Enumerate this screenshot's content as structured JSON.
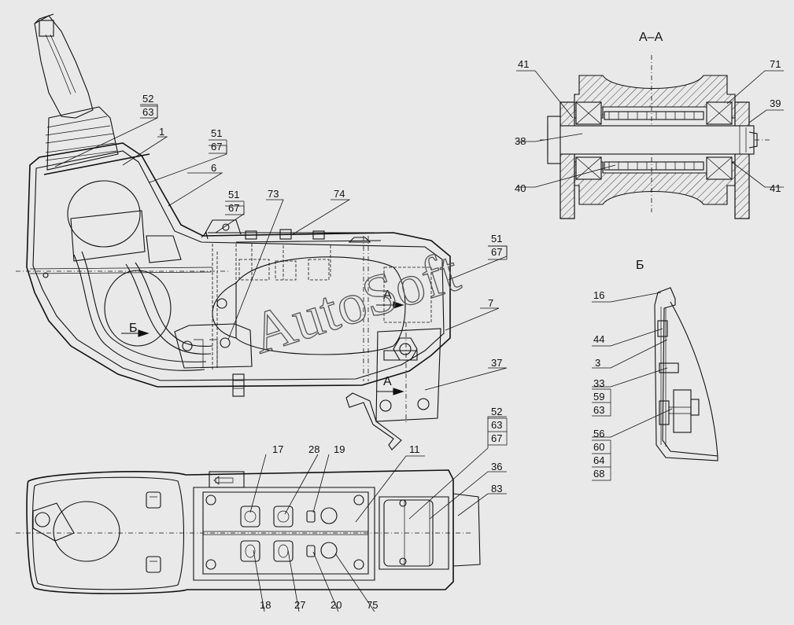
{
  "watermark": "AutoSoft",
  "section_title": "А–А",
  "view_title": "Б",
  "cut_marks": {
    "a_upper": "А",
    "a_lower": "А",
    "b_arrow": "Б"
  },
  "labels": {
    "l52a": "52",
    "l63a": "63",
    "l1": "1",
    "l51a": "51",
    "l67a": "67",
    "l6": "6",
    "l51b": "51",
    "l67b": "67",
    "l73": "73",
    "l74": "74",
    "l51c": "51",
    "l67c": "67",
    "l7": "7",
    "l37": "37",
    "l41a": "41",
    "l71": "71",
    "l39": "39",
    "l38": "38",
    "l40": "40",
    "l41b": "41",
    "l16": "16",
    "l44": "44",
    "l3": "3",
    "l33": "33",
    "l59": "59",
    "l63b": "63",
    "l56": "56",
    "l60": "60",
    "l64": "64",
    "l68": "68",
    "l17": "17",
    "l28": "28",
    "l19": "19",
    "l11": "11",
    "l52b": "52",
    "l63c": "63",
    "l67d": "67",
    "l36": "36",
    "l83": "83",
    "l18": "18",
    "l27": "27",
    "l20": "20",
    "l75": "75"
  }
}
